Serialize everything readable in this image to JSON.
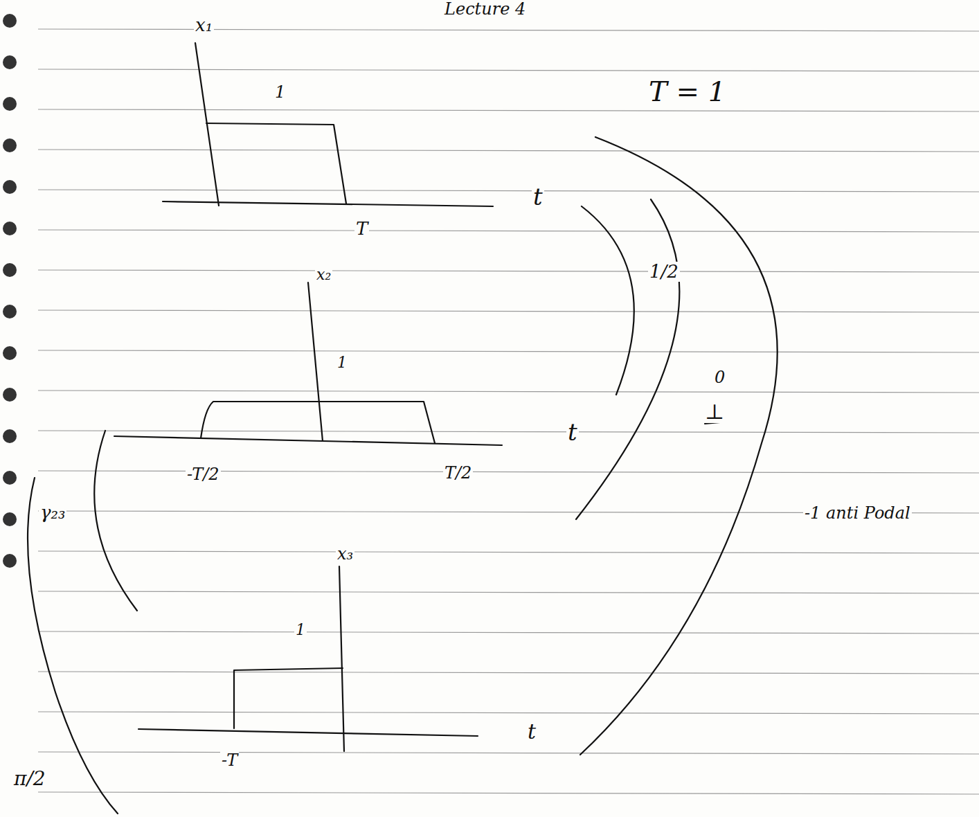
{
  "diagram": {
    "title": "Lecture 4",
    "labels": [
      "T = 1",
      "x₁",
      "1",
      "T",
      "t",
      "x₂",
      "1",
      "-T/2",
      "T/2",
      "t",
      "x₃",
      "1",
      "-T",
      "t",
      "1/2",
      "0",
      "⊥",
      "-1 anti Podal",
      "γ₂₃",
      "π/2"
    ]
  }
}
